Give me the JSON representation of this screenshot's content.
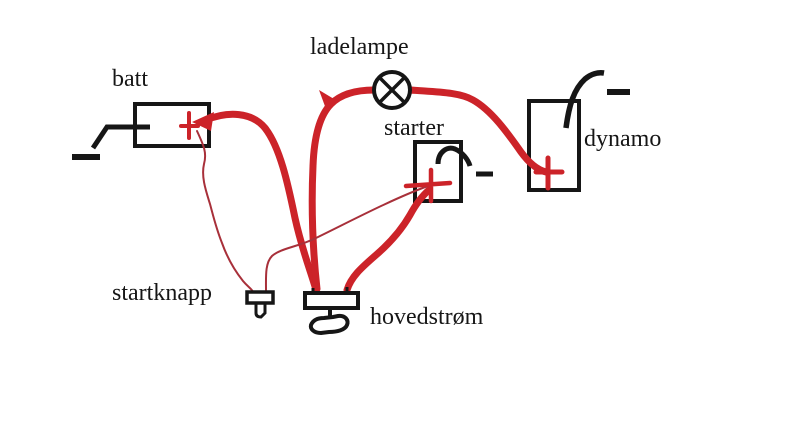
{
  "colors": {
    "background": "#ffffff",
    "ink_black": "#161616",
    "wire_red": "#cc2329",
    "wire_thin_red": "#a8303a"
  },
  "labels": {
    "battery": "batt",
    "charge_lamp": "ladelampe",
    "starter": "starter",
    "dynamo": "dynamo",
    "start_button": "startknapp",
    "main_switch": "hovedstrøm"
  },
  "connections": [
    {
      "from": "battery +",
      "to": "main switch left terminal",
      "wire": "thick red",
      "note": "arrowhead points into battery +"
    },
    {
      "from": "main switch left terminal",
      "to": "charge lamp",
      "wire": "thick red",
      "note": "small arrowhead at bend"
    },
    {
      "from": "charge lamp",
      "to": "dynamo +",
      "wire": "thick red"
    },
    {
      "from": "main switch right terminal",
      "to": "starter +",
      "wire": "thick red"
    },
    {
      "from": "battery +",
      "to": "start button left terminal",
      "wire": "thin red"
    },
    {
      "from": "start button right terminal",
      "to": "starter +",
      "wire": "thin red"
    },
    {
      "from": "battery",
      "to": "minus (ground)",
      "wire": "black stub"
    },
    {
      "from": "starter",
      "to": "minus (ground)",
      "wire": "black stub"
    },
    {
      "from": "dynamo",
      "to": "minus (ground)",
      "wire": "black stub"
    }
  ]
}
